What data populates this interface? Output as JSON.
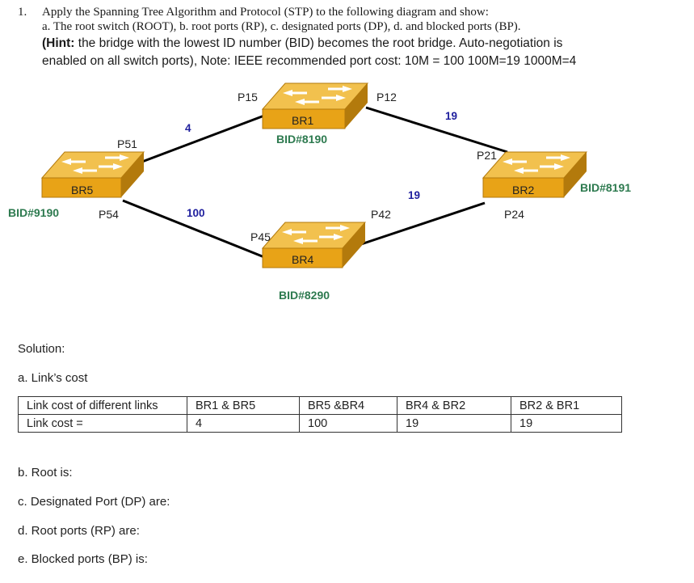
{
  "question": {
    "number": "1.",
    "line1": "Apply the Spanning Tree Algorithm and Protocol (STP) to the following diagram and show:",
    "line2": "a. The root switch (ROOT), b. root ports (RP), c. designated ports (DP), d. and blocked ports (BP).",
    "hint_bold": "(Hint:",
    "hint_rest": " the bridge with the lowest ID number (BID) becomes the root bridge. Auto-negotiation is",
    "line4": "enabled on all switch ports), Note: IEEE recommended port cost: 10M = 100   100M=19   1000M=4"
  },
  "diagram": {
    "switches": {
      "br1": {
        "name": "BR1",
        "bid": "BID#8190"
      },
      "br2": {
        "name": "BR2",
        "bid": "BID#8191"
      },
      "br4": {
        "name": "BR4",
        "bid": "BID#8290"
      },
      "br5": {
        "name": "BR5",
        "bid": "BID#9190"
      }
    },
    "ports": {
      "p15": "P15",
      "p12": "P12",
      "p51": "P51",
      "p54": "P54",
      "p21": "P21",
      "p24": "P24",
      "p45": "P45",
      "p42": "P42"
    },
    "link_costs": {
      "br1_br5": "4",
      "br1_br2": "19",
      "br5_br4": "100",
      "br4_br2": "19"
    },
    "colors": {
      "switch_face": "#e8a317",
      "switch_top": "#f2c14e",
      "switch_side": "#b37a0c",
      "bid_text": "#2d7a4f",
      "cost_text": "#1f1f9e"
    }
  },
  "solution": {
    "heading": "Solution:",
    "a_label": "a. Link’s cost",
    "table": {
      "header": [
        "Link cost of different links",
        "BR1 & BR5",
        "BR5 &BR4",
        "BR4 & BR2",
        "BR2 & BR1"
      ],
      "row": [
        "Link cost =",
        "4",
        "100",
        "19",
        "19"
      ]
    },
    "b": "b. Root is:",
    "c": "c. Designated Port (DP) are:",
    "d": "d. Root ports (RP) are:",
    "e": "e. Blocked ports (BP)  is:"
  }
}
